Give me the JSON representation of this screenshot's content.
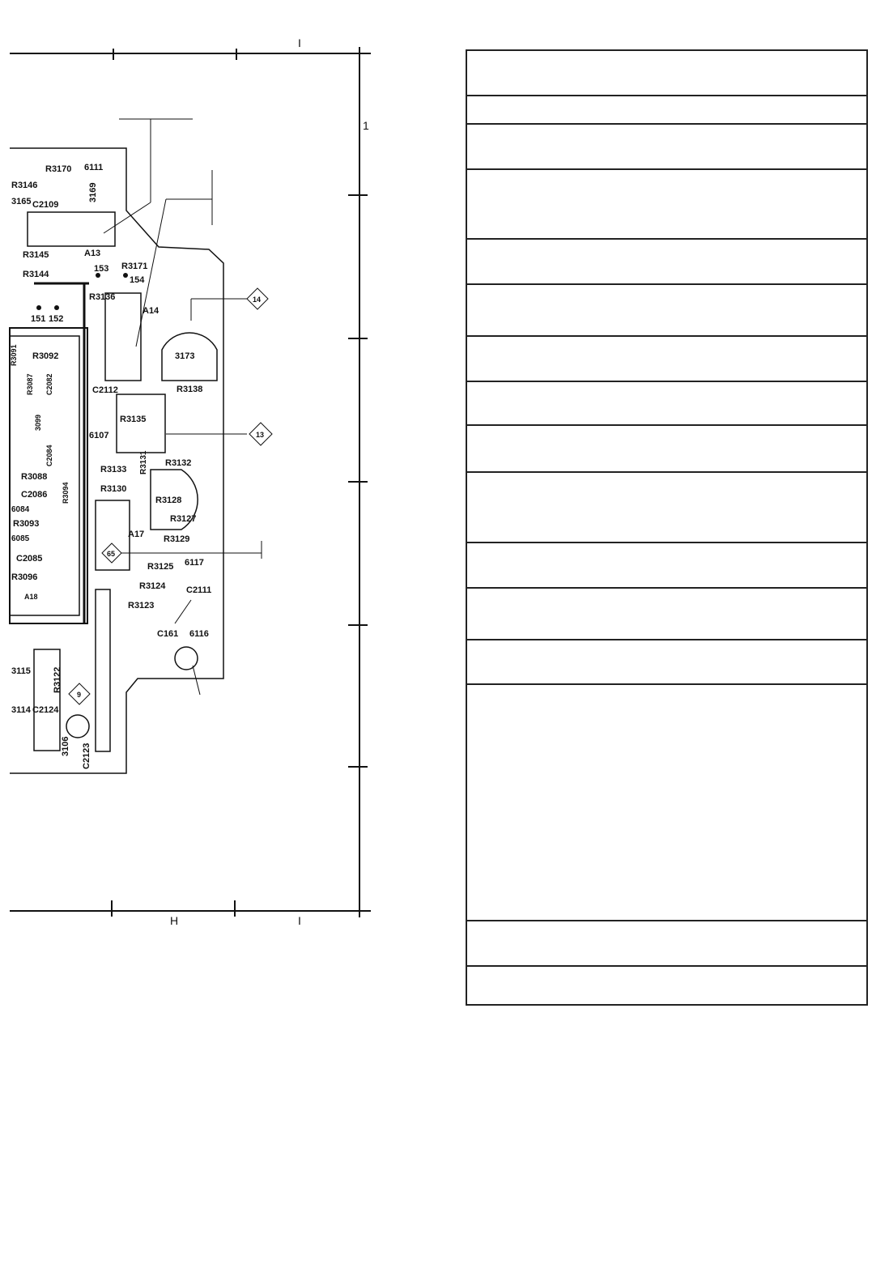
{
  "frame": {
    "top_labels": [
      "I"
    ],
    "right_labels": [
      "1"
    ],
    "bottom_labels": [
      "H",
      "I"
    ]
  },
  "components": {
    "resistors": [
      "R3170",
      "R3146",
      "R3145",
      "R3144",
      "R3171",
      "R3136",
      "R3092",
      "R3087",
      "R3088",
      "R3094",
      "R3093",
      "R3096",
      "R3135",
      "R3131",
      "R3133",
      "R3130",
      "R3128",
      "R3127",
      "R3129",
      "R3125",
      "R3124",
      "R3123",
      "R3122",
      "R3138",
      "R3132",
      "R3091"
    ],
    "capacitors": [
      "C2109",
      "C2112",
      "C2082",
      "C2084",
      "C2086",
      "C2085",
      "C2111",
      "C2124",
      "C2123",
      "C161"
    ],
    "connectors": [
      "A13",
      "A14",
      "A17",
      "A18"
    ],
    "semiconductors": [
      "6111",
      "6107",
      "6117",
      "6116",
      "6084",
      "6085",
      "3165",
      "3114",
      "3106",
      "3115",
      "3099",
      "3173",
      "3169"
    ],
    "test_points": [
      "151",
      "152",
      "153",
      "154"
    ],
    "markers": [
      "14",
      "13",
      "65",
      "9"
    ]
  },
  "legend": {
    "rows": [
      "",
      "",
      "",
      "",
      "",
      "",
      "",
      "",
      "",
      "",
      "",
      "",
      "",
      "",
      "",
      "",
      "",
      ""
    ]
  }
}
